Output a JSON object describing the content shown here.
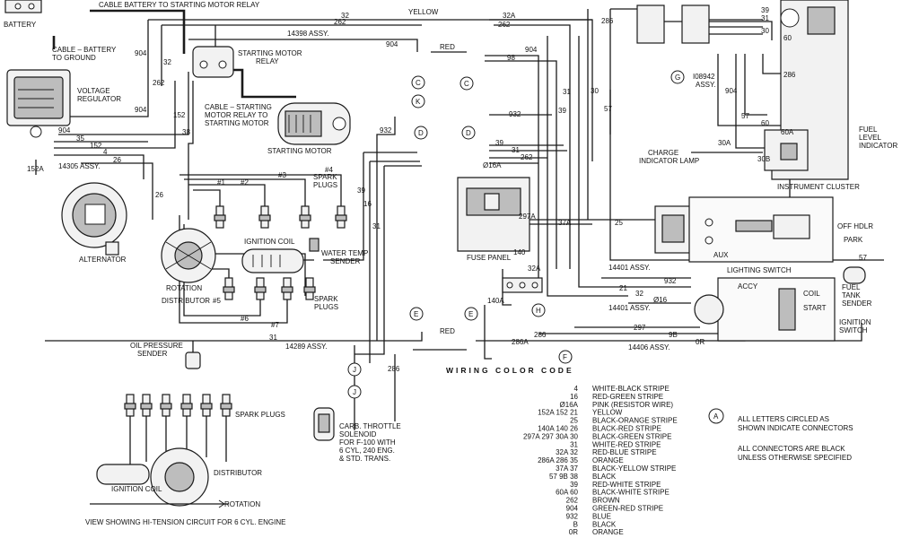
{
  "components": {
    "battery": "BATTERY",
    "cable_battery_relay": "CABLE BATTERY TO STARTING MOTOR RELAY",
    "cable_battery_ground_1": "CABLE – BATTERY",
    "cable_battery_ground_2": "TO GROUND",
    "voltage_regulator_1": "VOLTAGE",
    "voltage_regulator_2": "REGULATOR",
    "assy_14305": "14305 ASSY.",
    "assy_14398": "14398 ASSY.",
    "starting_motor_relay_1": "STARTING MOTOR",
    "starting_motor_relay_2": "RELAY",
    "cable_relay_motor_1": "CABLE – STARTING",
    "cable_relay_motor_2": "MOTOR RELAY TO",
    "cable_relay_motor_3": "STARTING MOTOR",
    "starting_motor": "STARTING MOTOR",
    "alternator": "ALTERNATOR",
    "spark_plugs_1": "SPARK",
    "spark_plugs_2": "PLUGS",
    "ignition_coil": "IGNITION COIL",
    "water_temp_1": "WATER TEMP",
    "water_temp_2": "SENDER",
    "rotation": "ROTATION",
    "distributor": "DISTRIBUTOR",
    "spark_plugs_lower_1": "SPARK",
    "spark_plugs_lower_2": "PLUGS",
    "oil_pressure_1": "OIL PRESSURE",
    "oil_pressure_2": "SENDER",
    "assy_14289": "14289 ASSY.",
    "carb_1": "CARB. THROTTLE",
    "carb_2": "SOLENOID",
    "carb_3": "FOR F-100 WITH",
    "carb_4": "6 CYL, 240 ENG.",
    "carb_5": "& STD. TRANS.",
    "fuse_panel": "FUSE PANEL",
    "assy_14401_a": "14401 ASSY.",
    "assy_14401_b": "14401 ASSY.",
    "assy_14406": "14406 ASSY.",
    "assy_108942_1": "I08942",
    "assy_108942_2": "ASSY.",
    "charge_lamp_1": "CHARGE",
    "charge_lamp_2": "INDICATOR LAMP",
    "instrument_cluster": "INSTRUMENT CLUSTER",
    "fuel_level_1": "FUEL",
    "fuel_level_2": "LEVEL",
    "fuel_level_3": "INDICATOR",
    "lighting_switch": "LIGHTING SWITCH",
    "off_hdlr": "OFF HDLR",
    "park": "PARK",
    "aux": "AUX",
    "fuel_tank_1": "FUEL",
    "fuel_tank_2": "TANK",
    "fuel_tank_3": "SENDER",
    "ignition_switch_1": "IGNITION",
    "ignition_switch_2": "SWITCH",
    "acc": "ACCY",
    "coil": "COIL",
    "start": "START",
    "yellow": "YELLOW",
    "red_top": "RED",
    "red_bottom": "RED",
    "spark_plugs_hi": "SPARK PLUGS",
    "distributor_hi": "DISTRIBUTOR",
    "ignition_coil_hi": "IGNITION COIL",
    "rotation_hi": "ROTATION",
    "hi_tension_caption": "VIEW SHOWING HI-TENSION CIRCUIT FOR 6 CYL. ENGINE"
  },
  "connector_letters": [
    "C",
    "K",
    "D",
    "E",
    "J",
    "J",
    "F",
    "H",
    "G",
    "E",
    "C",
    "D",
    "A"
  ],
  "wire_numbers": {
    "n32": "32",
    "n262": "262",
    "n904": "904",
    "n152": "152",
    "n38": "38",
    "n35": "35",
    "n4": "4",
    "n26": "26",
    "n152a": "152A",
    "n932": "932",
    "n39": "39",
    "n16": "16",
    "n31": "31",
    "n286": "286",
    "n30": "30",
    "n57": "57",
    "n60": "60",
    "n60a": "60A",
    "n30a": "30A",
    "n30b": "30B",
    "n25": "25",
    "n297a": "297A",
    "n37a": "37A",
    "n140": "140",
    "n140a": "140A",
    "n32a": "32A",
    "n21": "21",
    "n286a": "286A",
    "n9b": "9B",
    "n297": "297",
    "n0r": "0R",
    "n16a": "Ø16A",
    "n16b": "Ø16",
    "n98": "98",
    "n37": "37",
    "n1": "#1",
    "n2": "#2",
    "n3": "#3",
    "n4c": "#4",
    "n5": "#5",
    "n6": "#6",
    "n7": "#7"
  },
  "legend": {
    "title": "WIRING COLOR CODE",
    "rows": [
      {
        "codes": "4",
        "color": "WHITE-BLACK STRIPE"
      },
      {
        "codes": "16",
        "color": "RED-GREEN STRIPE"
      },
      {
        "codes": "Ø16A",
        "color": "PINK (RESISTOR WIRE)"
      },
      {
        "codes": "152A  152   21",
        "color": "YELLOW"
      },
      {
        "codes": "25",
        "color": "BLACK-ORANGE STRIPE"
      },
      {
        "codes": "140A  140          26",
        "color": "BLACK-RED STRIPE"
      },
      {
        "codes": "297A  297   30A   30",
        "color": "BLACK-GREEN STRIPE"
      },
      {
        "codes": "31",
        "color": "WHITE-RED STRIPE"
      },
      {
        "codes": "32A   32",
        "color": "RED-BLUE STRIPE"
      },
      {
        "codes": "286A  286    35",
        "color": "ORANGE"
      },
      {
        "codes": "37A   37",
        "color": "BLACK-YELLOW STRIPE"
      },
      {
        "codes": "57     9B   38",
        "color": "BLACK"
      },
      {
        "codes": "39",
        "color": "RED-WHITE STRIPE"
      },
      {
        "codes": "60A   60",
        "color": "BLACK-WHITE STRIPE"
      },
      {
        "codes": "262",
        "color": "BROWN"
      },
      {
        "codes": "904",
        "color": "GREEN-RED STRIPE"
      },
      {
        "codes": "932",
        "color": "BLUE"
      },
      {
        "codes": "B",
        "color": "BLACK"
      },
      {
        "codes": "0R",
        "color": "ORANGE"
      }
    ]
  },
  "notes": {
    "note_letter": "A",
    "note1_1": "ALL LETTERS CIRCLED AS",
    "note1_2": "SHOWN INDICATE CONNECTORS",
    "note2_1": "ALL CONNECTORS ARE BLACK",
    "note2_2": "UNLESS OTHERWISE SPECIFIED"
  }
}
